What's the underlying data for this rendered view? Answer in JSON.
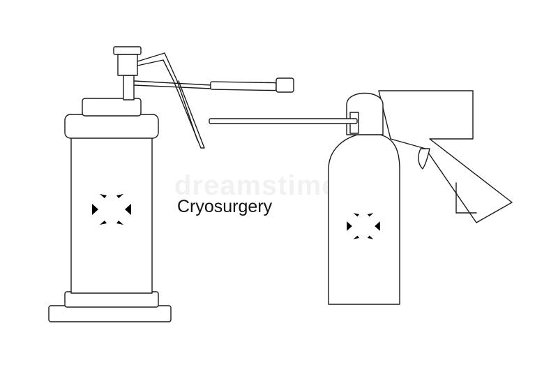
{
  "title": "Cryosurgery",
  "watermark": "dreamstime",
  "colors": {
    "background": "#ffffff",
    "stroke": "#1a1a1a"
  },
  "icons": {
    "left_device": "cryo-spray-canister-with-nozzle",
    "right_device": "cryo-spray-bottle-with-pistol-grip",
    "symbol": "snowflake-icon"
  }
}
